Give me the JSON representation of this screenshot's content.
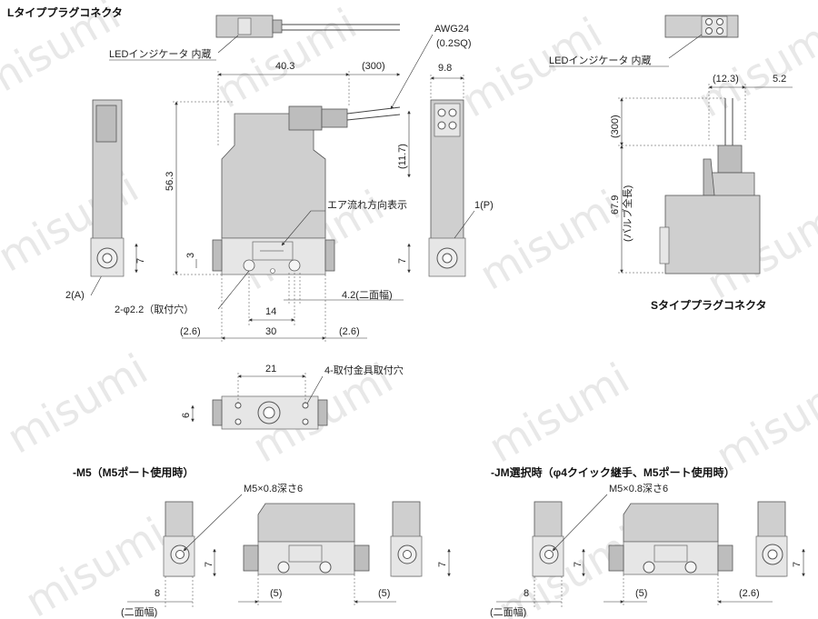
{
  "watermark": "misumi",
  "titles": {
    "l_type": "Lタイププラグコネクタ",
    "s_type": "Sタイププラグコネクタ",
    "m5": "-M5（M5ポート使用時）",
    "jm": "-JM選択時（φ4クイック継手、M5ポート使用時）"
  },
  "labels": {
    "led_l": "LEDインジケータ 内蔵",
    "led_s": "LEDインジケータ 内蔵",
    "awg": "AWG24",
    "awg_sq": "(0.2SQ)",
    "air_flow": "エア流れ方向表示",
    "port_p": "1(P)",
    "port_a": "2(A)",
    "mount_hole": "2-φ2.2（取付穴）",
    "width_across": "4.2(二面幅)",
    "mount_holes4": "4-取付金具取付穴",
    "m5_depth_1": "M5×0.8深さ6",
    "m5_depth_2": "M5×0.8深さ6",
    "across_flats_1": "(二面幅)",
    "across_flats_2": "(二面幅)",
    "valve_len": "(バルブ全長)"
  },
  "dims": {
    "d40_3": "40.3",
    "d300": "(300)",
    "d9_8": "9.8",
    "d56_3": "56.3",
    "d11_7": "(11.7)",
    "d3": "3",
    "d7a": "7",
    "d7b": "7",
    "d14": "14",
    "d30": "30",
    "d2_6a": "(2.6)",
    "d2_6b": "(2.6)",
    "d21": "21",
    "d6": "6",
    "d12_3": "(12.3)",
    "d5_2": "5.2",
    "d300s": "(300)",
    "d67_9": "67.9",
    "m5_8": "8",
    "m5_7a": "7",
    "m5_5a": "(5)",
    "m5_5b": "(5)",
    "m5_7b": "7",
    "jm_8": "8",
    "jm_7a": "7",
    "jm_5": "(5)",
    "jm_2_6": "(2.6)",
    "jm_7b": "7"
  }
}
